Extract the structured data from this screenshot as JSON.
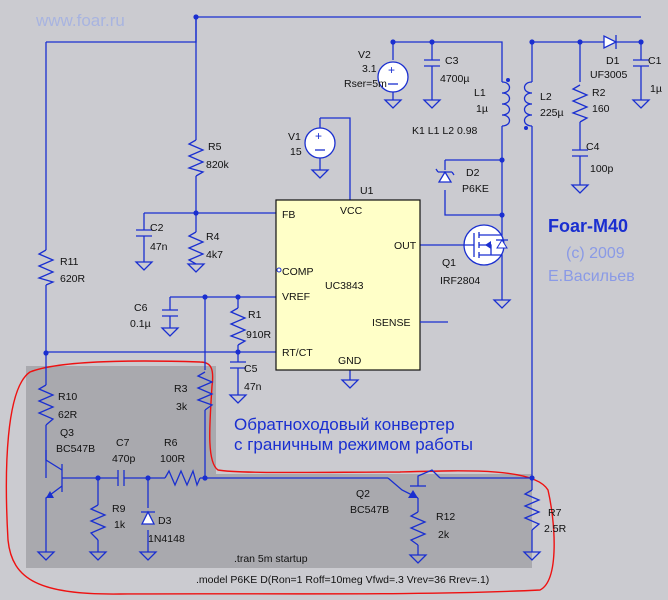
{
  "watermark": "www.foar.ru",
  "brand": {
    "title": "Foar-M40",
    "copyright": "(c) 2009",
    "author": "Е.Васильев"
  },
  "caption": {
    "line1": "Обратноходовый конвертер",
    "line2": "с граничным режимом работы"
  },
  "sim": {
    "tran": ".tran 5m startup",
    "model": ".model P6KE D(Ron=1 Roff=10meg Vfwd=.3 Vrev=36 Rrev=.1)"
  },
  "ic": {
    "name": "U1",
    "part": "UC3843",
    "pins": {
      "fb": "FB",
      "vcc": "VCC",
      "comp": "COMP",
      "vref": "VREF",
      "out": "OUT",
      "isense": "ISENSE",
      "rtct": "RT/CT",
      "gnd": "GND"
    }
  },
  "components": {
    "v2": {
      "ref": "V2",
      "val": "3.1",
      "extra": "Rser=5m"
    },
    "c3": {
      "ref": "C3",
      "val": "4700µ"
    },
    "l1": {
      "ref": "L1",
      "val": "1µ"
    },
    "coupling": "K1 L1 L2 0.98",
    "l2": {
      "ref": "L2",
      "val": "225µ"
    },
    "d1": {
      "ref": "D1",
      "val": "UF3005"
    },
    "c1": {
      "ref": "C1",
      "val": "1µ"
    },
    "r2": {
      "ref": "R2",
      "val": "160"
    },
    "c4": {
      "ref": "C4",
      "val": "100p"
    },
    "v1": {
      "ref": "V1",
      "val": "15"
    },
    "r5": {
      "ref": "R5",
      "val": "820k"
    },
    "c2": {
      "ref": "C2",
      "val": "47n"
    },
    "r4": {
      "ref": "R4",
      "val": "4k7"
    },
    "r11": {
      "ref": "R11",
      "val": "620R"
    },
    "c6": {
      "ref": "C6",
      "val": "0.1µ"
    },
    "r1": {
      "ref": "R1",
      "val": "910R"
    },
    "c5": {
      "ref": "C5",
      "val": "47n"
    },
    "d2": {
      "ref": "D2",
      "val": "P6KE"
    },
    "q1": {
      "ref": "Q1",
      "val": "IRF2804"
    },
    "r10": {
      "ref": "R10",
      "val": "62R"
    },
    "q3": {
      "ref": "Q3",
      "val": "BC547B"
    },
    "r3": {
      "ref": "R3",
      "val": "3k"
    },
    "c7": {
      "ref": "C7",
      "val": "470p"
    },
    "r6": {
      "ref": "R6",
      "val": "100R"
    },
    "r9": {
      "ref": "R9",
      "val": "1k"
    },
    "d3": {
      "ref": "D3",
      "val": "1N4148"
    },
    "q2": {
      "ref": "Q2",
      "val": "BC547B"
    },
    "r12": {
      "ref": "R12",
      "val": "2k"
    },
    "r7": {
      "ref": "R7",
      "val": "2.5R"
    }
  }
}
